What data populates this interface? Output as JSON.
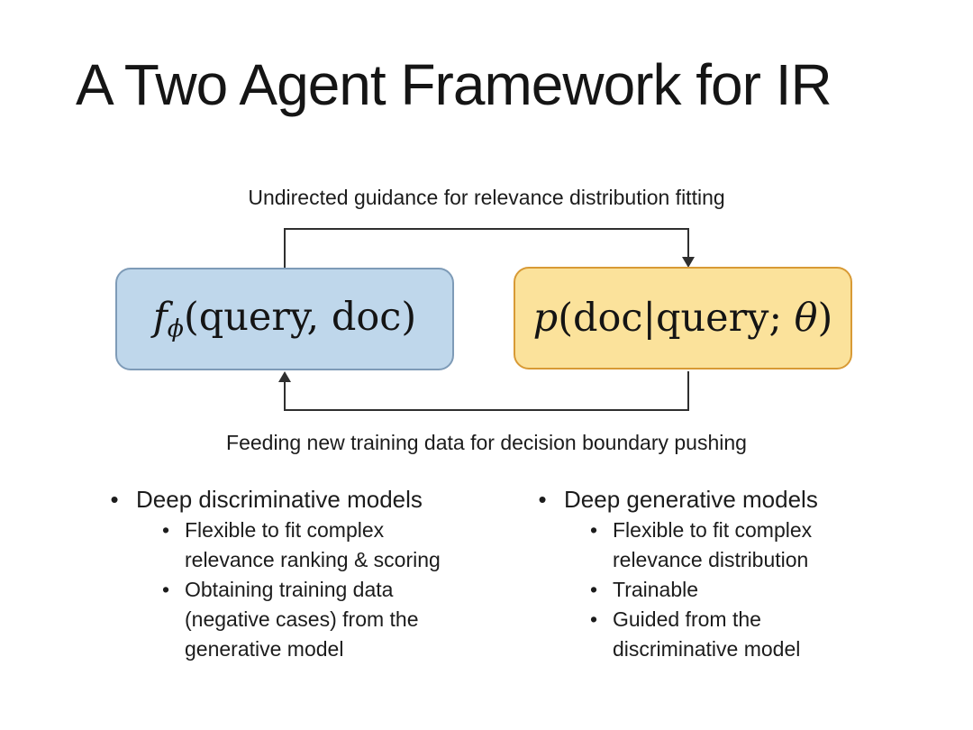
{
  "slide": {
    "title": "A Two Agent Framework for IR",
    "bullet_char": "•",
    "diagram": {
      "top_caption": "Undirected guidance for relevance distribution fitting",
      "bottom_caption": "Feeding new training data for decision boundary pushing",
      "arrow_color": "#2f2f2f",
      "discriminator_box": {
        "fill": "#BFD7EB",
        "border": "#7E9BB7",
        "formula": {
          "func": "f",
          "sub": "ϕ",
          "args": "(query, doc)"
        }
      },
      "generator_box": {
        "fill": "#FBE29B",
        "border": "#D89A35",
        "formula": {
          "func": "p",
          "args_pre": "(doc|query; ",
          "param": "θ",
          "close": ")"
        }
      }
    },
    "left_list": {
      "heading": "Deep discriminative models",
      "items": [
        "Flexible to fit complex\nrelevance ranking & scoring",
        "Obtaining training data\n(negative cases) from the\ngenerative model"
      ]
    },
    "right_list": {
      "heading": "Deep generative models",
      "items": [
        "Flexible to fit complex\nrelevance distribution",
        "Trainable",
        "Guided from the\ndiscriminative model"
      ]
    }
  }
}
